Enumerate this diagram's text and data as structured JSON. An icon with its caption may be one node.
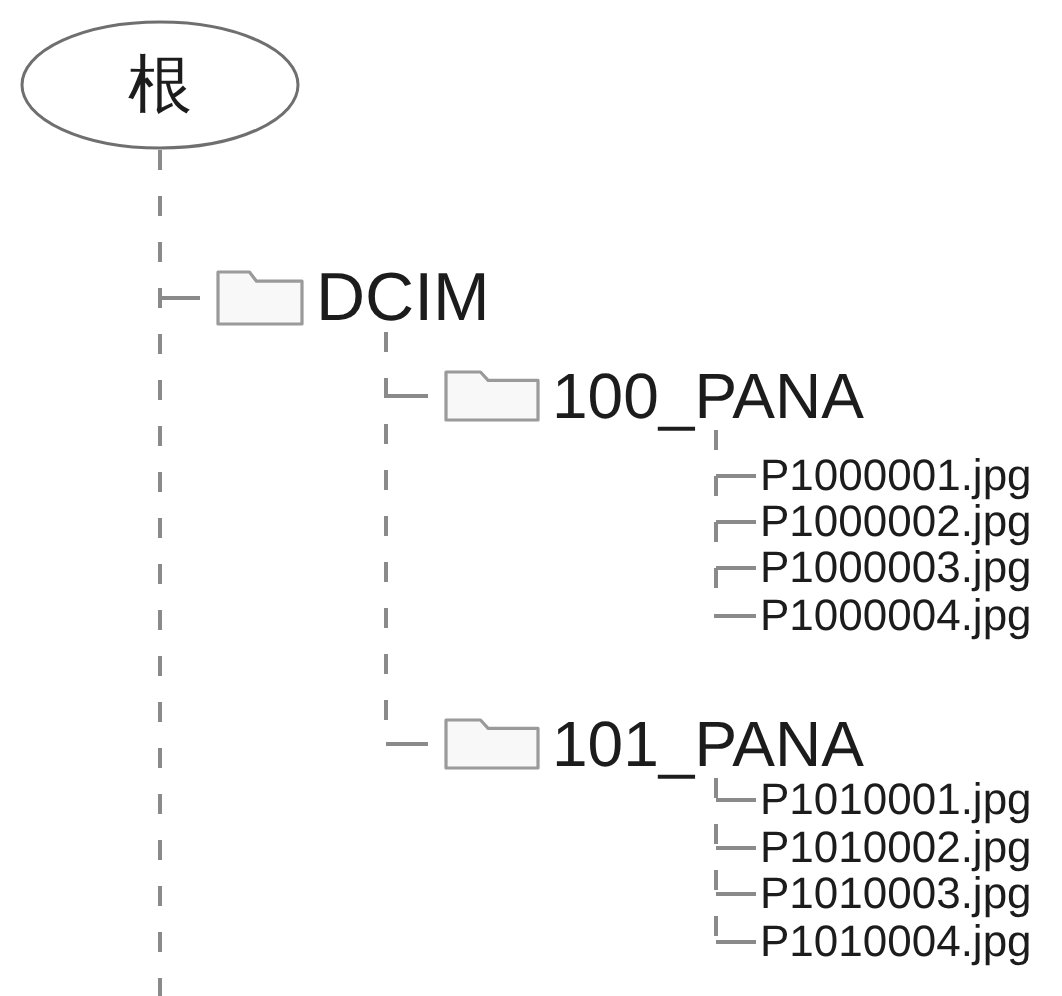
{
  "diagram": {
    "nodes": [
      {
        "text": [
          "根"
        ]
      },
      {
        "text": [
          "DCIM"
        ]
      },
      {
        "text": [
          "100_PANA"
        ]
      },
      {
        "text": [
          "P1000001.jpg"
        ]
      },
      {
        "text": [
          "P1000002.jpg"
        ]
      },
      {
        "text": [
          "P1000003.jpg"
        ]
      },
      {
        "text": [
          "P1000004.jpg"
        ]
      },
      {
        "text": [
          "101_PANA"
        ]
      },
      {
        "text": [
          "P1010001.jpg"
        ]
      },
      {
        "text": [
          "P1010002.jpg"
        ]
      },
      {
        "text": [
          "P1010003.jpg"
        ]
      },
      {
        "text": [
          "P1010004.jpg"
        ]
      }
    ],
    "edges": [
      {
        "from": 0,
        "to": 1,
        "arrow": "none",
        "style": "dashed"
      },
      {
        "from": 0,
        "to": null,
        "arrow": "none",
        "style": "dashed"
      },
      {
        "from": 1,
        "to": 2,
        "arrow": "none",
        "style": "dashed"
      },
      {
        "from": 2,
        "to": 3,
        "arrow": "none",
        "style": "dashed"
      },
      {
        "from": 2,
        "to": 4,
        "arrow": "none",
        "style": "dashed"
      },
      {
        "from": 2,
        "to": 5,
        "arrow": "none",
        "style": "dashed"
      },
      {
        "from": 2,
        "to": 6,
        "arrow": "none",
        "style": "dashed"
      },
      {
        "from": 1,
        "to": 7,
        "arrow": "none",
        "style": "dashed"
      },
      {
        "from": 7,
        "to": 8,
        "arrow": "none",
        "style": "dashed"
      },
      {
        "from": 7,
        "to": 9,
        "arrow": "none",
        "style": "dashed"
      },
      {
        "from": 7,
        "to": 10,
        "arrow": "none",
        "style": "dashed"
      },
      {
        "from": 7,
        "to": 11,
        "arrow": "none",
        "style": "dashed"
      }
    ]
  }
}
